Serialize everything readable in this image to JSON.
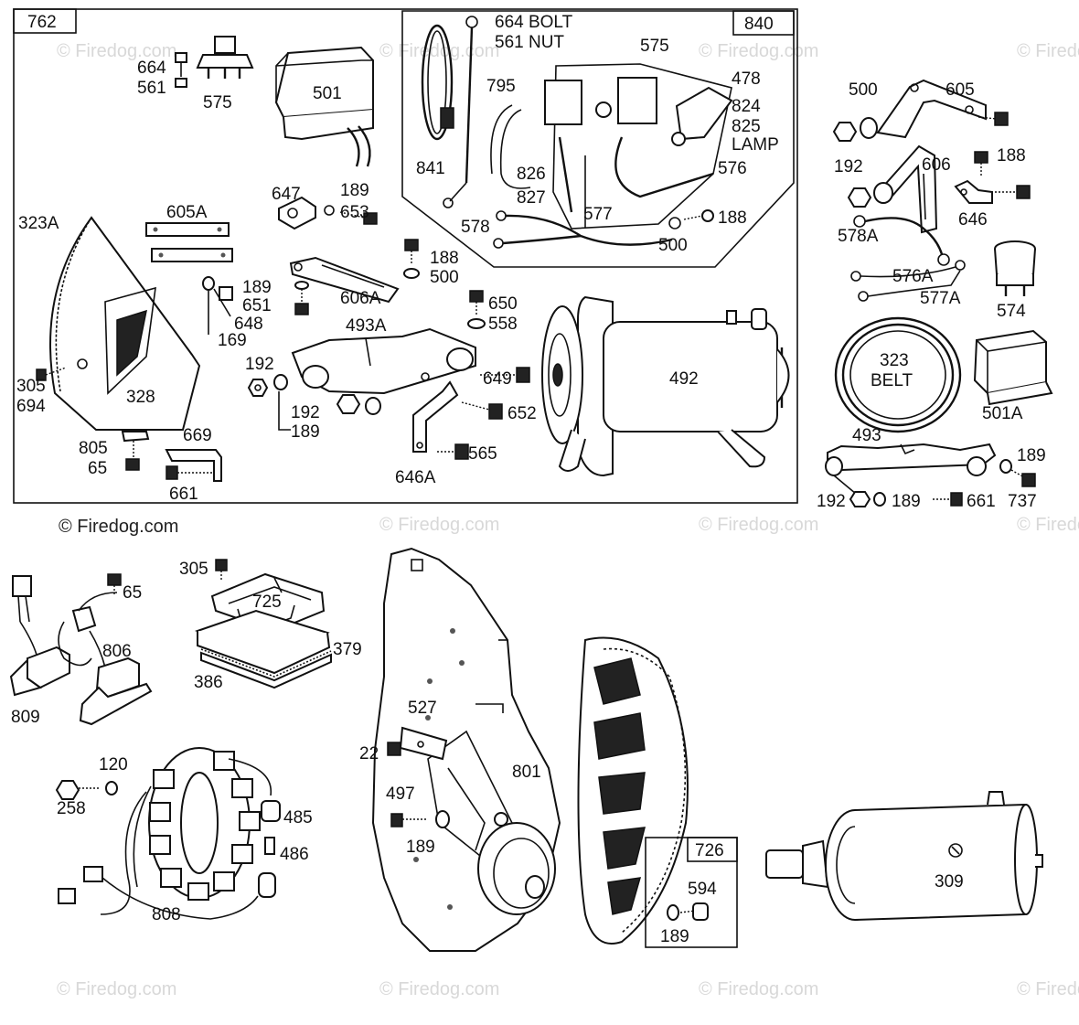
{
  "watermark": "© Firedog.com",
  "credit": "© Firedog.com",
  "boxes": {
    "main": "762",
    "inset": "840",
    "small": "726"
  },
  "labels": {
    "p664a": "664",
    "p561a": "561",
    "p575a": "575",
    "p501": "501",
    "p664bolt": "664 BOLT",
    "p561nut": "561 NUT",
    "p575b": "575",
    "p478": "478",
    "p795": "795",
    "p824": "824",
    "p825": "825",
    "lamp": "LAMP",
    "p841": "841",
    "p826": "826",
    "p827": "827",
    "p576": "576",
    "p578": "578",
    "p577": "577",
    "p188a": "188",
    "p500a": "500",
    "p647": "647",
    "p189a": "189",
    "p653": "653",
    "p605A": "605A",
    "p323A": "323A",
    "p188b": "188",
    "p500b": "500",
    "p189b": "189",
    "p651": "651",
    "p648": "648",
    "p169": "169",
    "p606A": "606A",
    "p650": "650",
    "p558": "558",
    "p493A": "493A",
    "p492": "492",
    "p192a": "192",
    "p649": "649",
    "p305a": "305",
    "p694": "694",
    "p328": "328",
    "p192b": "192",
    "p189c": "189",
    "p652": "652",
    "p669": "669",
    "p805": "805",
    "p65a": "65",
    "p661a": "661",
    "p565": "565",
    "p646A": "646A",
    "p500c": "500",
    "p605": "605",
    "p192c": "192",
    "p188c": "188",
    "p606": "606",
    "p646": "646",
    "p578A": "578A",
    "p576A": "576A",
    "p577A": "577A",
    "p574": "574",
    "p323": "323",
    "belt": "BELT",
    "p501A": "501A",
    "p493": "493",
    "p189d": "189",
    "p192d": "192",
    "p189e": "189",
    "p661b": "661",
    "p737": "737",
    "p305b": "305",
    "p725": "725",
    "p379": "379",
    "p386": "386",
    "p65b": "65",
    "p806": "806",
    "p809": "809",
    "p527": "527",
    "p22": "22",
    "p801": "801",
    "p497": "497",
    "p189f": "189",
    "p120": "120",
    "p258": "258",
    "p485": "485",
    "p486": "486",
    "p808": "808",
    "p726": "726",
    "p594": "594",
    "p189g": "189",
    "p309": "309"
  }
}
